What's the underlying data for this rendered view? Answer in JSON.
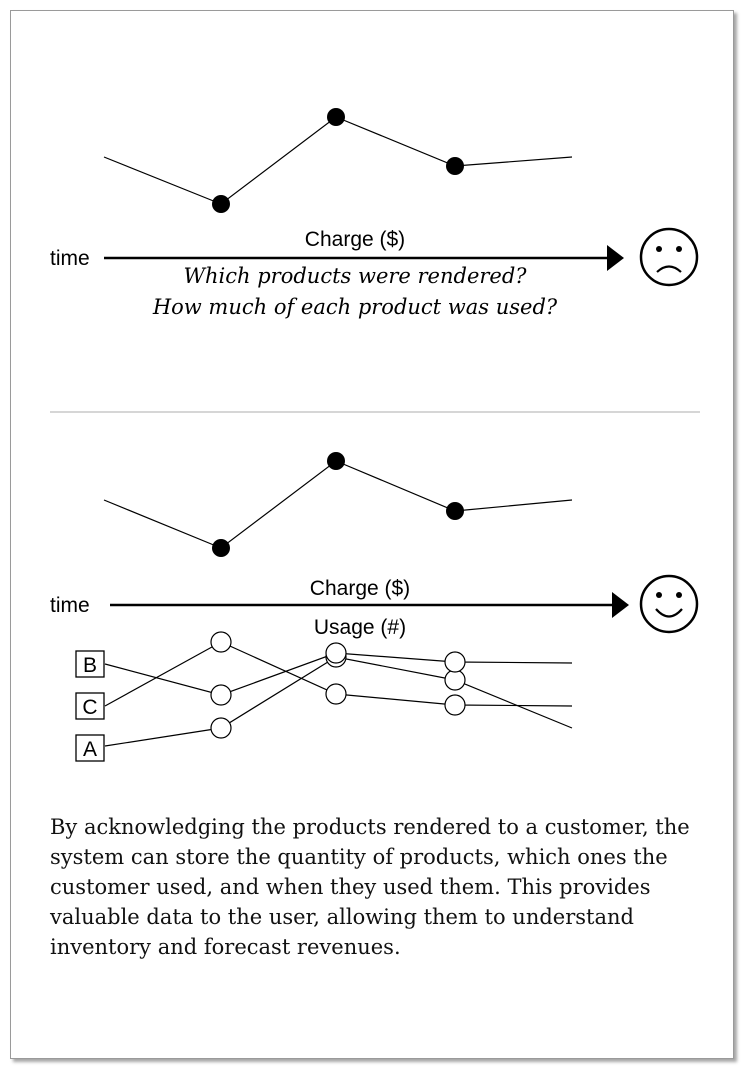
{
  "top_panel": {
    "axis_label": "time",
    "arrow_label": "Charge ($)",
    "questions": [
      "Which products were rendered?",
      "How much of each product was used?"
    ],
    "face": "frowning-face-icon"
  },
  "bottom_panel": {
    "axis_label": "time",
    "charge_label": "Charge ($)",
    "usage_label": "Usage (#)",
    "products": [
      "B",
      "C",
      "A"
    ],
    "face": "smiling-face-icon"
  },
  "caption": "By acknowledging the products rendered to a customer, the system can store the quantity of products, which ones the customer used, and when they used them. This provides valuable data to the user, allowing them to understand inventory and forecast revenues.",
  "colors": {
    "ink": "#000000",
    "divider": "#bdbdbd",
    "frame": "#9a9a9a"
  }
}
